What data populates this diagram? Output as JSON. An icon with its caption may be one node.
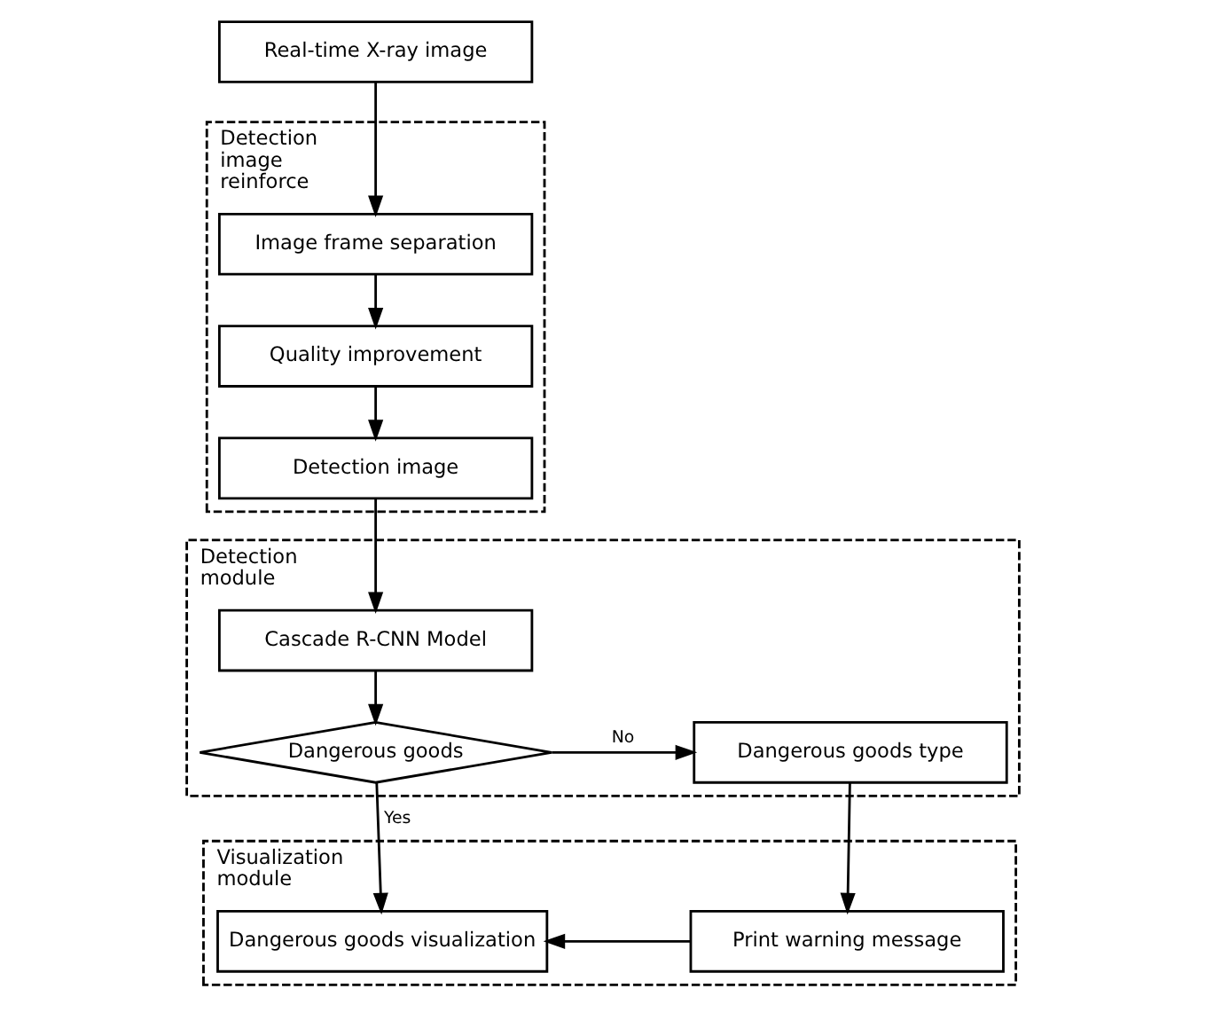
{
  "diagram": {
    "nodes": [
      {
        "text": [
          "Real-time X-ray image"
        ]
      },
      {
        "text": [
          "Detection image reinforce"
        ]
      },
      {
        "text": [
          "Image frame separation"
        ],
        "in": 1
      },
      {
        "text": [
          "Quality improvement"
        ],
        "in": 1
      },
      {
        "text": [
          "Detection image"
        ],
        "in": 1
      },
      {
        "text": [
          "Detection module"
        ]
      },
      {
        "text": [
          "Cascade R-CNN Model"
        ],
        "in": 5
      },
      {
        "text": [
          "Dangerous goods"
        ],
        "in": 5
      },
      {
        "text": [
          "Dangerous goods type"
        ],
        "in": 5
      },
      {
        "text": [
          "Visualization module"
        ]
      },
      {
        "text": [
          "Dangerous goods visualization"
        ],
        "in": 9
      },
      {
        "text": [
          "Print warning message"
        ],
        "in": 9
      }
    ],
    "edges": [
      {
        "from": 0,
        "to": 2,
        "arrow": "to"
      },
      {
        "from": 2,
        "to": 3,
        "arrow": "to"
      },
      {
        "from": 3,
        "to": 4,
        "arrow": "to"
      },
      {
        "from": 4,
        "to": 6,
        "arrow": "to"
      },
      {
        "from": 6,
        "to": 7,
        "arrow": "to"
      },
      {
        "from": 7,
        "to": 8,
        "arrow": "to",
        "label": "No"
      },
      {
        "from": 7,
        "to": 10,
        "arrow": "to",
        "label": "Yes"
      },
      {
        "from": 8,
        "to": 11,
        "arrow": "to"
      },
      {
        "from": 11,
        "to": 10,
        "arrow": "to"
      }
    ]
  }
}
